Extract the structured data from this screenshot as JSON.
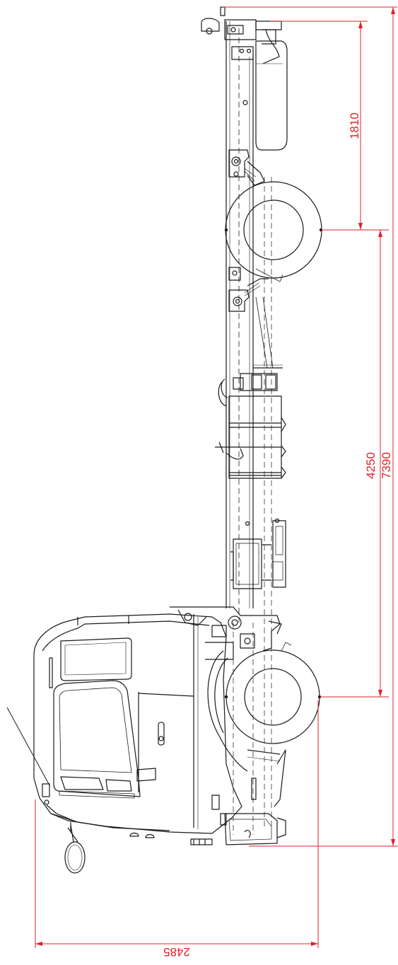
{
  "colors": {
    "line": "#1a1a1a",
    "dimension": "#e0202a",
    "background": "#ffffff"
  },
  "dimensions": {
    "front_overhang": "1810",
    "wheelbase": "4250",
    "overall_length": "7390",
    "overall_width": "2485"
  }
}
